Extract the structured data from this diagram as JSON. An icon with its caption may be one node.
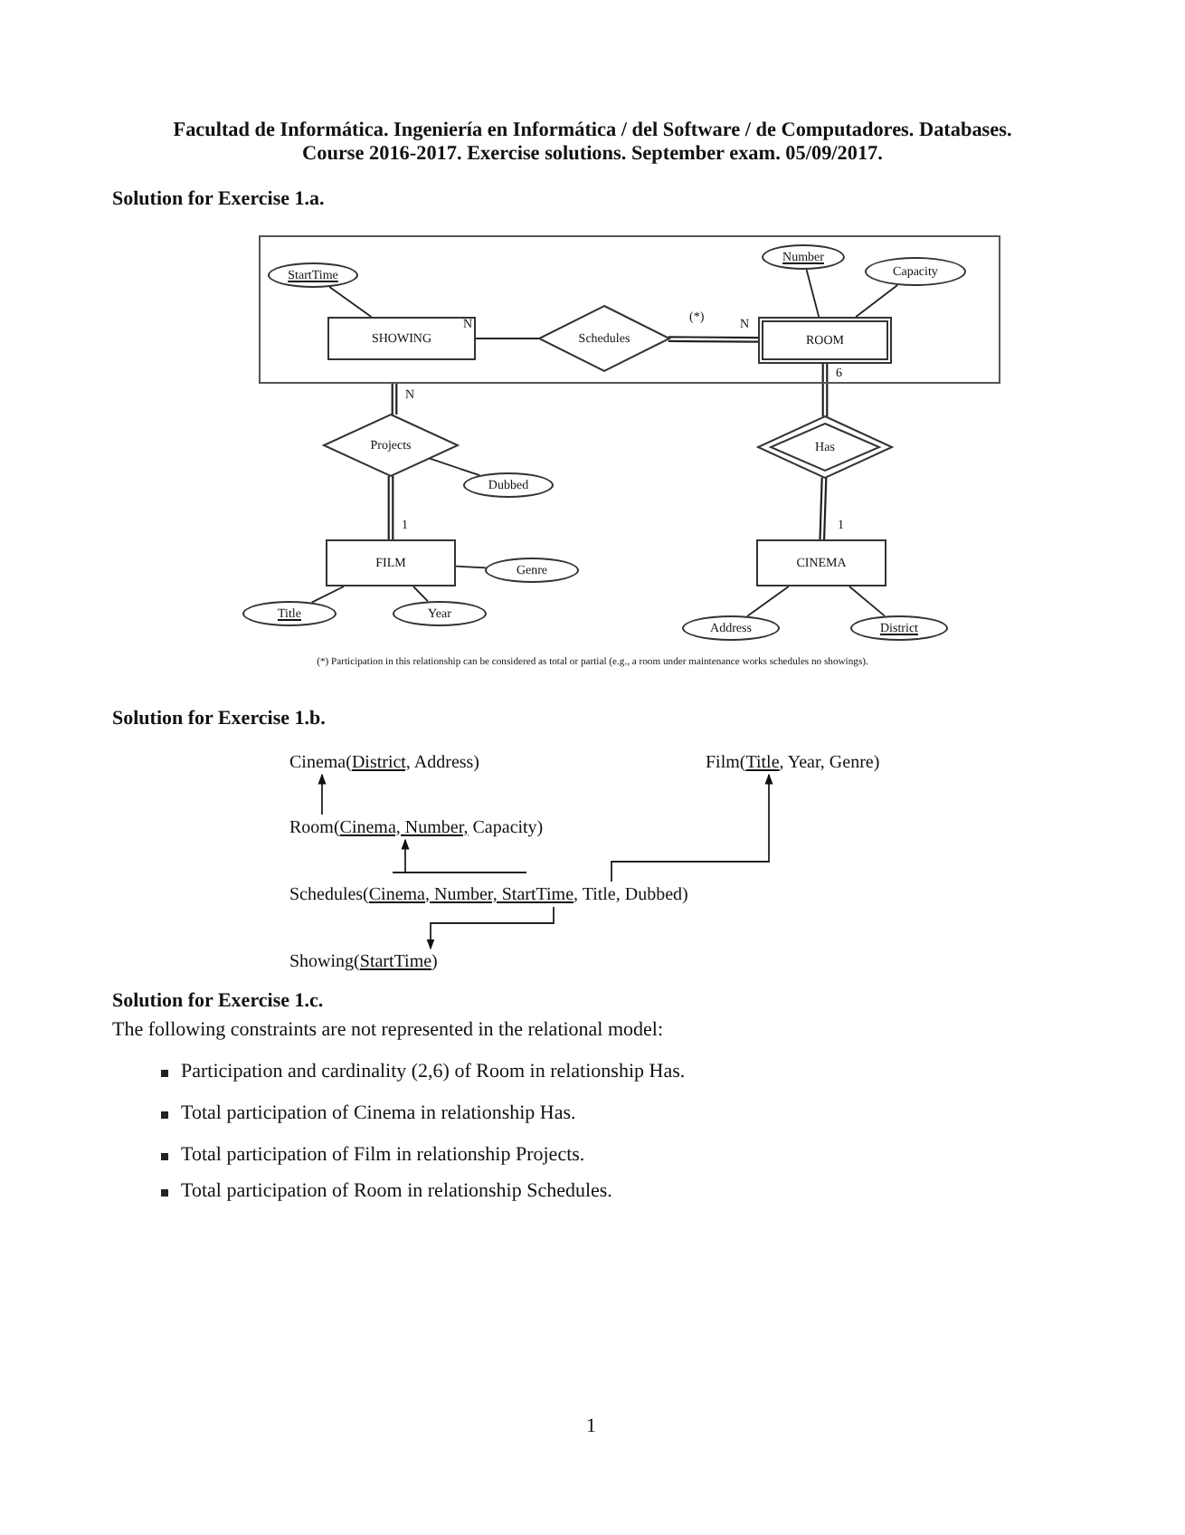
{
  "diagram": {
    "title": "Facultad de Informática. Ingeniería en Informática / del Software / de Computadores. Databases. Course 2016-2017. Exercise solutions. September exam. 05/09/2017.",
    "nodes": [
      {
        "text": [],
        "shape": "box"
      },
      {
        "text": [
          "StartTime"
        ],
        "in": 0
      },
      {
        "text": [
          "Number"
        ],
        "in": 0
      },
      {
        "text": [
          "Capacity"
        ],
        "in": 0
      },
      {
        "text": [
          "SHOWING"
        ],
        "in": 0
      },
      {
        "text": [
          "Schedules"
        ],
        "in": 0
      },
      {
        "text": [
          "ROOM"
        ],
        "in": 0
      },
      {
        "text": [
          "Projects"
        ]
      },
      {
        "text": [
          "Dubbed"
        ]
      },
      {
        "text": [
          "Has"
        ]
      },
      {
        "text": [
          "FILM"
        ]
      },
      {
        "text": [
          "Genre"
        ]
      },
      {
        "text": [
          "CINEMA"
        ]
      },
      {
        "text": [
          "Title"
        ]
      },
      {
        "text": [
          "Year"
        ]
      },
      {
        "text": [
          "Address"
        ]
      },
      {
        "text": [
          "District"
        ]
      },
      {
        "text": [
          "Cinema(District, Address)"
        ]
      },
      {
        "text": [
          "Film(Title, Year, Genre)"
        ]
      },
      {
        "text": [
          "Room(Cinema, Number, Capacity)"
        ]
      },
      {
        "text": [
          "Schedules(Cinema, Number, StartTime, Title, Dubbed)"
        ]
      },
      {
        "text": [
          "Showing(StartTime)"
        ]
      }
    ],
    "edges": [
      {
        "from": 1,
        "to": 4,
        "arrow": "none"
      },
      {
        "from": 2,
        "to": 6,
        "arrow": "none"
      },
      {
        "from": 3,
        "to": 6,
        "arrow": "none"
      },
      {
        "from": 4,
        "to": 5,
        "arrow": "none",
        "label": "N"
      },
      {
        "from": 5,
        "to": 6,
        "arrow": "none",
        "label": "N",
        "style": "thick"
      },
      {
        "from": 0,
        "to": 7,
        "arrow": "none",
        "label": "N",
        "style": "thick"
      },
      {
        "from": 7,
        "to": 8,
        "arrow": "none"
      },
      {
        "from": 7,
        "to": 10,
        "arrow": "none",
        "label": "1",
        "style": "thick"
      },
      {
        "from": 6,
        "to": 9,
        "arrow": "none",
        "label": "6",
        "style": "thick"
      },
      {
        "from": 9,
        "to": 12,
        "arrow": "none",
        "label": "1",
        "style": "thick"
      },
      {
        "from": 10,
        "to": 11,
        "arrow": "none"
      },
      {
        "from": 10,
        "to": 13,
        "arrow": "none"
      },
      {
        "from": 10,
        "to": 14,
        "arrow": "none"
      },
      {
        "from": 12,
        "to": 15,
        "arrow": "none"
      },
      {
        "from": 12,
        "to": 16,
        "arrow": "none"
      },
      {
        "from": 19,
        "to": 17,
        "arrow": "to"
      },
      {
        "from": 20,
        "to": 19,
        "arrow": "to"
      },
      {
        "from": 20,
        "to": 18,
        "arrow": "to"
      },
      {
        "from": 20,
        "to": 21,
        "arrow": "to"
      }
    ],
    "labels": [
      "Solution for Exercise 1.a.",
      "(*)",
      "(*) Participation in this relationship can be considered as total or partial (e.g., a room under maintenance works schedules no showings).",
      "Solution for Exercise 1.b.",
      "Solution for Exercise 1.c.",
      "The following constraints are not represented in the relational model:",
      "Participation and cardinality (2,6) of Room in relationship Has.",
      "Total participation of Cinema in relationship Has.",
      "Total participation of Film in relationship Projects.",
      "Total participation of Room in relationship Schedules.",
      "1"
    ]
  }
}
